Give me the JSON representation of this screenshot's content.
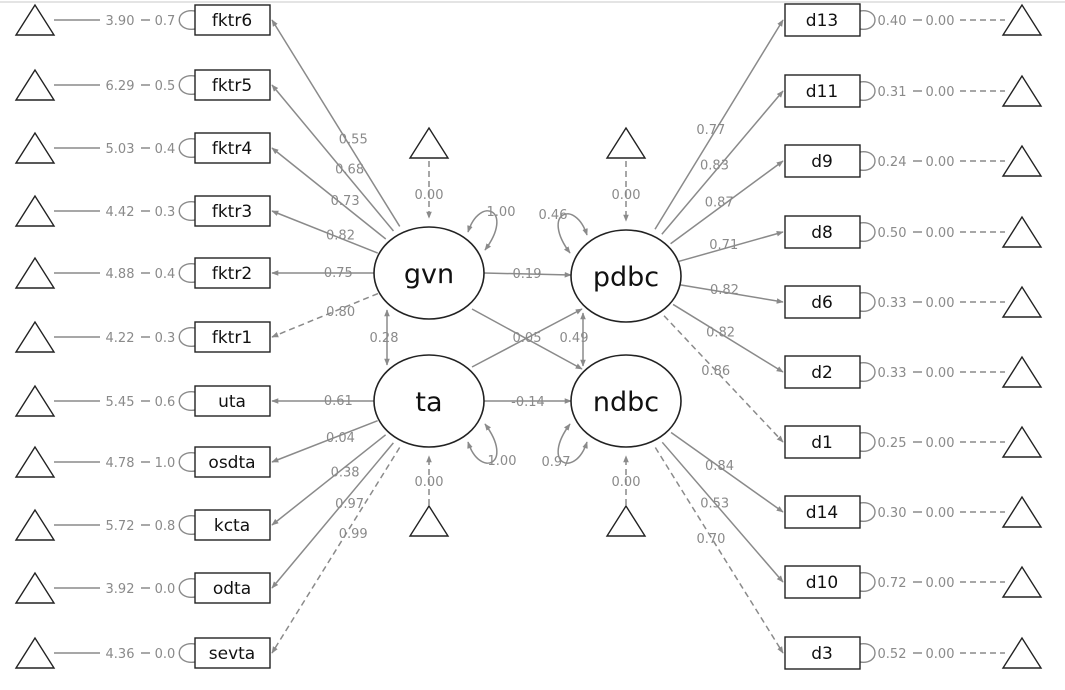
{
  "colors": {
    "edge": "#8a8a8a",
    "node_stroke": "#222222",
    "label": "#8a8a8a",
    "background": "#ffffff"
  },
  "latent": {
    "gvn": {
      "label": "gvn",
      "variance": "1.00",
      "intercept": "0.00"
    },
    "ta": {
      "label": "ta",
      "variance": "1.00",
      "intercept": "0.00"
    },
    "pdbc": {
      "label": "pdbc",
      "variance": "0.46",
      "intercept": "0.00"
    },
    "ndbc": {
      "label": "ndbc",
      "variance": "0.97",
      "intercept": "0.00"
    }
  },
  "structural": {
    "gvn_pdbc": "0.19",
    "ta_ndbc": "-0.14",
    "gvn_ta_cov": "0.28",
    "pdbc_ndbc_cov": "0.49",
    "cross": "0.05"
  },
  "left_indicators": [
    {
      "name": "fktr6",
      "loading": "0.55",
      "intercept": "3.90",
      "residual": "0.7"
    },
    {
      "name": "fktr5",
      "loading": "0.68",
      "intercept": "6.29",
      "residual": "0.5"
    },
    {
      "name": "fktr4",
      "loading": "0.73",
      "intercept": "5.03",
      "residual": "0.4"
    },
    {
      "name": "fktr3",
      "loading": "0.82",
      "intercept": "4.42",
      "residual": "0.3"
    },
    {
      "name": "fktr2",
      "loading": "0.75",
      "intercept": "4.88",
      "residual": "0.4"
    },
    {
      "name": "fktr1",
      "loading": "0.80",
      "intercept": "4.22",
      "residual": "0.3"
    },
    {
      "name": "uta",
      "loading": "0.61",
      "intercept": "5.45",
      "residual": "0.6"
    },
    {
      "name": "osdta",
      "loading": "0.04",
      "intercept": "4.78",
      "residual": "1.0"
    },
    {
      "name": "kcta",
      "loading": "0.38",
      "intercept": "5.72",
      "residual": "0.8"
    },
    {
      "name": "odta",
      "loading": "0.97",
      "intercept": "3.92",
      "residual": "0.0"
    },
    {
      "name": "sevta",
      "loading": "0.99",
      "intercept": "4.36",
      "residual": "0.0"
    }
  ],
  "right_indicators": [
    {
      "name": "d13",
      "loading": "0.77",
      "intercept": "0.00",
      "residual": "0.40"
    },
    {
      "name": "d11",
      "loading": "0.83",
      "intercept": "0.00",
      "residual": "0.31"
    },
    {
      "name": "d9",
      "loading": "0.87",
      "intercept": "0.00",
      "residual": "0.24"
    },
    {
      "name": "d8",
      "loading": "0.71",
      "intercept": "0.00",
      "residual": "0.50"
    },
    {
      "name": "d6",
      "loading": "0.82",
      "intercept": "0.00",
      "residual": "0.33"
    },
    {
      "name": "d2",
      "loading": "0.82",
      "intercept": "0.00",
      "residual": "0.33"
    },
    {
      "name": "d1",
      "loading": "0.86",
      "intercept": "0.00",
      "residual": "0.25"
    },
    {
      "name": "d14",
      "loading": "0.84",
      "intercept": "0.00",
      "residual": "0.30"
    },
    {
      "name": "d10",
      "loading": "0.53",
      "intercept": "0.00",
      "residual": "0.72"
    },
    {
      "name": "d3",
      "loading": "0.70",
      "intercept": "0.00",
      "residual": "0.52"
    }
  ]
}
